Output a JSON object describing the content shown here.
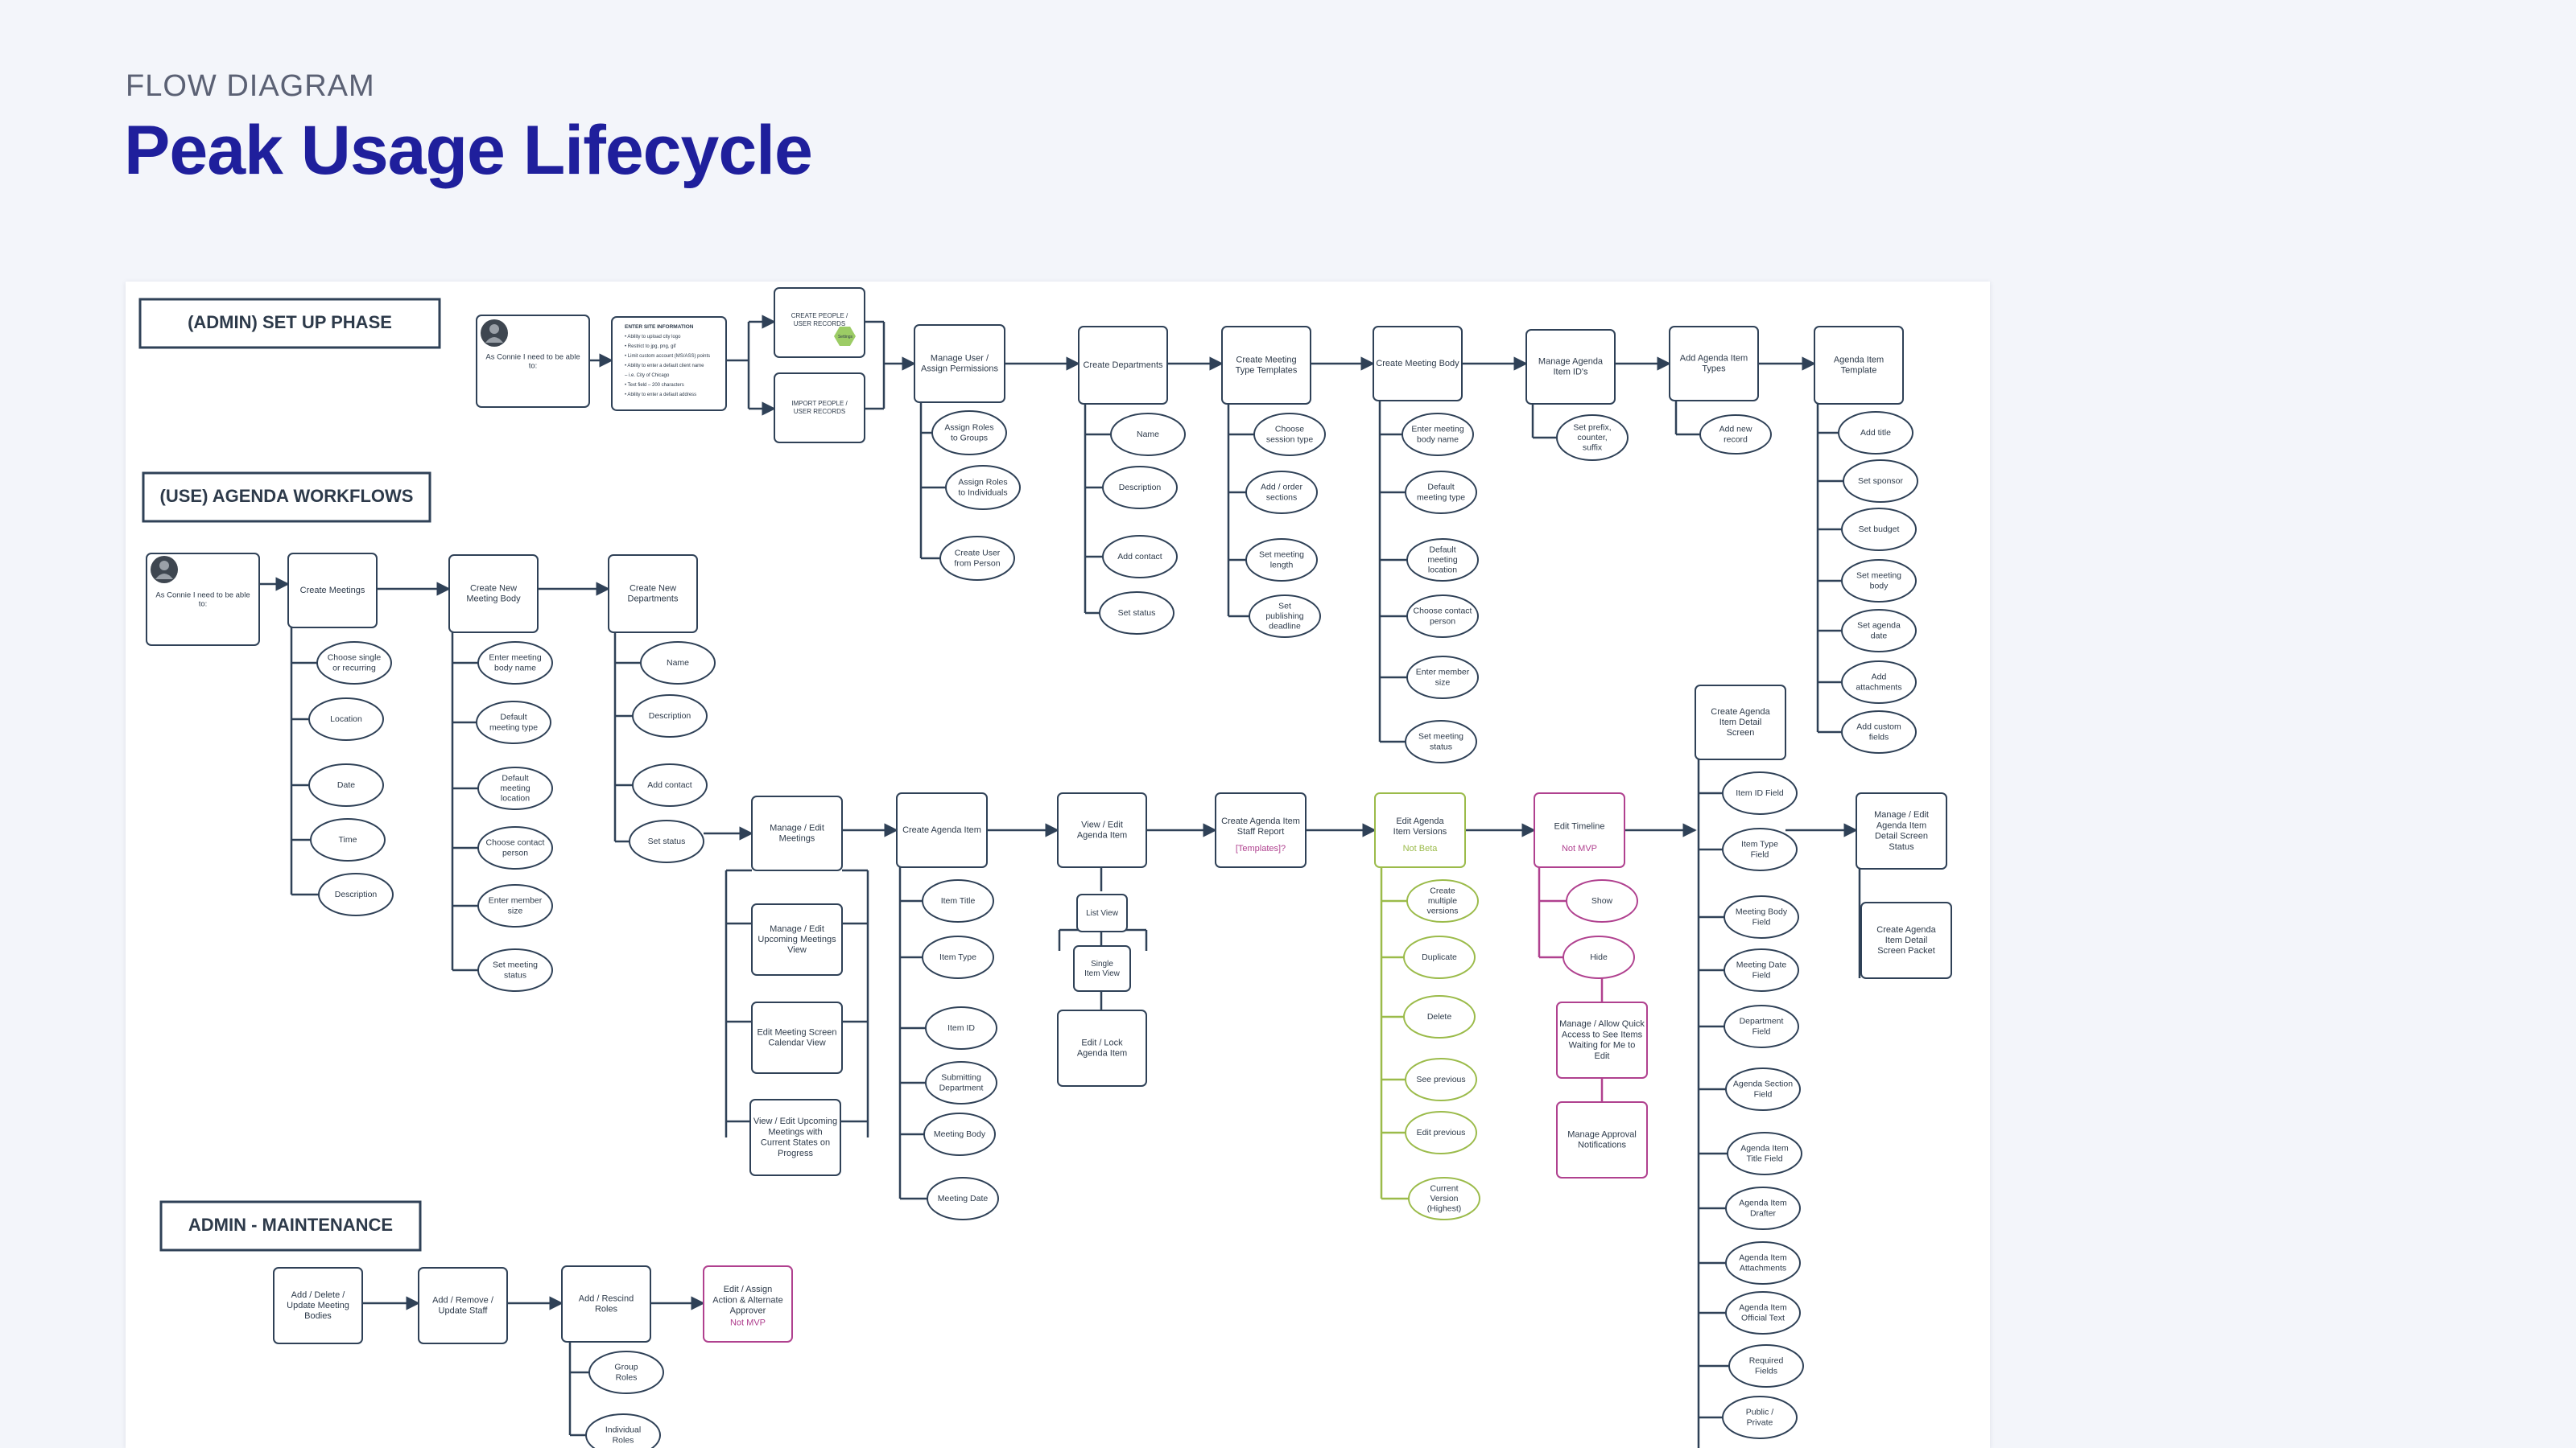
{
  "header": {
    "kicker": "FLOW DIAGRAM",
    "title": "Peak Usage Lifecycle"
  },
  "colors": {
    "title": "#1f1f9c",
    "line": "#2f4157",
    "green": "#9bbb4a",
    "magenta": "#b0418f",
    "sticky": "#9ccc65"
  },
  "sections": {
    "setup": "(ADMIN) SET UP PHASE",
    "use": "(USE) AGENDA WORKFLOWS",
    "maint": "ADMIN - MAINTENANCE"
  },
  "setup": {
    "persona": "As Connie I need to be able to:",
    "site_info": [
      "ENTER SITE INFORMATION",
      "• Ability to upload city logo",
      "• Restrict to jpg, png, gif",
      "• Limit custom account (MS/ASS) points",
      "• Ability to enter a default client name",
      "   – i.e. City of Chicago",
      "• Text field – 200 characters",
      "• Ability to enter a default address"
    ],
    "create_people": "CREATE PEOPLE / USER RECORDS",
    "sticky": "Settings",
    "import_people": "IMPORT PEOPLE / USER RECORDS",
    "manage_user": "Manage User / Assign Permissions",
    "manage_user_children": [
      "Assign Roles to Groups",
      "Assign Roles to Individuals",
      "Create User from Person"
    ],
    "create_departments": "Create Departments",
    "departments_children": [
      "Name",
      "Description",
      "Add contact",
      "Set status"
    ],
    "meeting_type_templates": "Create Meeting Type Templates",
    "meeting_type_children": [
      "Choose session type",
      "Add / order sections",
      "Set meeting length",
      "Set publishing deadline"
    ],
    "create_meeting_body": "Create Meeting Body",
    "meeting_body_children": [
      "Enter meeting body name",
      "Default meeting type",
      "Default meeting location",
      "Choose contact person",
      "Enter member size",
      "Set meeting status"
    ],
    "manage_agenda_ids": "Manage Agenda Item ID's",
    "agenda_ids_children": [
      "Set prefix, counter, suffix"
    ],
    "add_agenda_item_types": "Add Agenda Item Types",
    "item_types_children": [
      "Add new record"
    ],
    "agenda_item_template": "Agenda Item Template",
    "template_children": [
      "Add title",
      "Set sponsor",
      "Set budget",
      "Set meeting body",
      "Set agenda date",
      "Add attachments",
      "Add custom fields"
    ]
  },
  "use": {
    "persona": "As Connie I need to be able to:",
    "create_meetings": "Create Meetings",
    "meetings_children": [
      "Choose single or recurring",
      "Location",
      "Date",
      "Time",
      "Description"
    ],
    "create_meeting_body": "Create New Meeting Body",
    "meeting_body_children": [
      "Enter meeting body name",
      "Default meeting type",
      "Default meeting location",
      "Choose contact person",
      "Enter member size",
      "Set meeting status"
    ],
    "create_departments": "Create New Departments",
    "departments_children": [
      "Name",
      "Description",
      "Add contact",
      "Set status"
    ],
    "manage_meetings": "Manage / Edit Meetings",
    "manage_meetings_children": [
      "Manage / Edit Upcoming Meetings View",
      "Edit Meeting Screen Calendar View",
      "View / Edit Upcoming Meetings with Current States on Progress"
    ],
    "create_agenda_item": "Create Agenda Item",
    "agenda_item_children": [
      "Item Title",
      "Item Type",
      "Item ID",
      "Submitting Department",
      "Meeting Body",
      "Meeting Date"
    ],
    "view_edit_agenda": "View / Edit Agenda Item",
    "view_edit_children": [
      "List View",
      "Single Item View",
      "Edit / Lock Agenda Item"
    ],
    "staff_report": "Create Agenda Item Staff Report",
    "staff_report_note": "[Templates]?",
    "item_versions": "Edit Agenda Item Versions",
    "item_versions_note": "Not Beta",
    "versions_children": [
      "Create multiple versions",
      "Duplicate",
      "Delete",
      "See previous",
      "Edit previous",
      "Current Version (Highest)"
    ],
    "edit_timeline": "Edit Timeline",
    "timeline_note": "Not MVP",
    "timeline_children": [
      "Show",
      "Hide"
    ],
    "quick_access": "Manage / Allow Quick Access to See Items Waiting for Me to Edit",
    "approval_notifications": "Manage Approval Notifications",
    "detail_screen": "Create Agenda Item Detail Screen",
    "detail_fields": [
      "Item ID Field",
      "Item Type Field",
      "Meeting Body Field",
      "Meeting Date Field",
      "Department Field",
      "Agenda Section Field",
      "Agenda Item Title Field",
      "Agenda Item Drafter",
      "Agenda Item Attachments",
      "Agenda Item Official Text",
      "Required Fields",
      "Public / Private"
    ],
    "detail_status": "Manage / Edit Agenda Item Detail Screen Status",
    "detail_packet": "Create Agenda Item Detail Screen Packet"
  },
  "maint": {
    "meeting_bodies": "Add / Delete / Update Meeting Bodies",
    "staff": "Add / Remove / Update Staff",
    "roles": "Add / Rescind Roles",
    "roles_children": [
      "Group Roles",
      "Individual Roles"
    ],
    "approver": "Edit / Assign Action & Alternate Approver",
    "approver_note": "Not MVP"
  }
}
